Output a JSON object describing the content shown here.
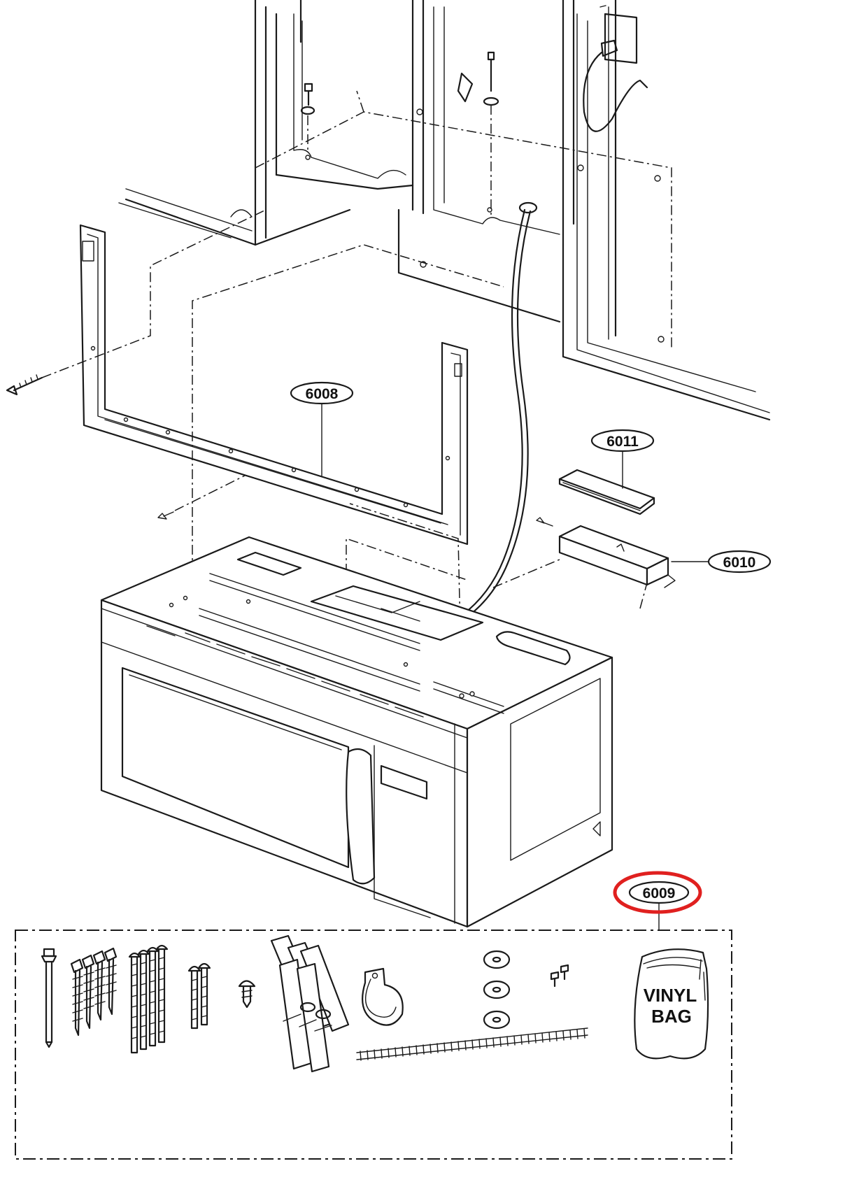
{
  "callouts": [
    {
      "id": "6008",
      "label": "6008"
    },
    {
      "id": "6011",
      "label": "6011"
    },
    {
      "id": "6010",
      "label": "6010"
    },
    {
      "id": "6009",
      "label": "6009",
      "highlighted": true
    }
  ],
  "kit": {
    "bag_label_line1": "VINYL",
    "bag_label_line2": "BAG"
  },
  "colors": {
    "line": "#1a1a1a",
    "highlight": "#e0201f",
    "background": "#ffffff"
  }
}
